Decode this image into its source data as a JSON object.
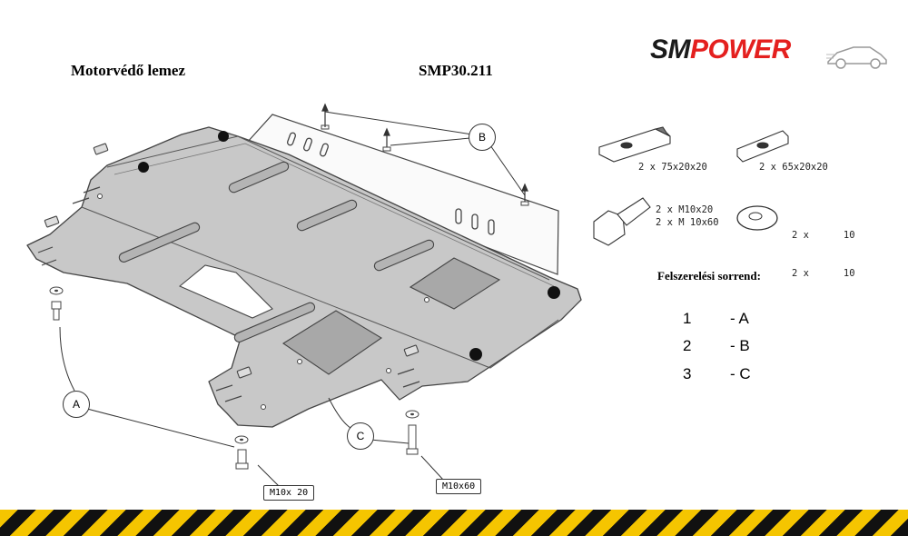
{
  "header": {
    "title_left": "Motorvédő lemez",
    "part_number": "SMP30.211",
    "logo": {
      "part1": "SM",
      "part2": "POWER",
      "accent": "#e4201f"
    }
  },
  "hardware": {
    "plate_large": "2  x  75x20x20",
    "plate_small": "2  x  65x20x20",
    "bolt_line1": "2 x  M10x20",
    "bolt_line2": "2 x  M 10x60",
    "washer_line1": "2 x      10",
    "washer_line2": "2 x      10"
  },
  "install_order": {
    "heading": "Felszerelési sorrend:",
    "steps": [
      {
        "num": "1",
        "label": "- A"
      },
      {
        "num": "2",
        "label": "- B"
      },
      {
        "num": "3",
        "label": "- C"
      }
    ]
  },
  "callouts": {
    "a": "A",
    "b": "B",
    "c": "C"
  },
  "bolt_sizes": {
    "short": "M10x 20",
    "long": "M10x60"
  },
  "colors": {
    "plate_fill": "#c8c8c8",
    "plate_stroke": "#444444",
    "stripe_yellow": "#f5c500",
    "stripe_black": "#111111"
  }
}
